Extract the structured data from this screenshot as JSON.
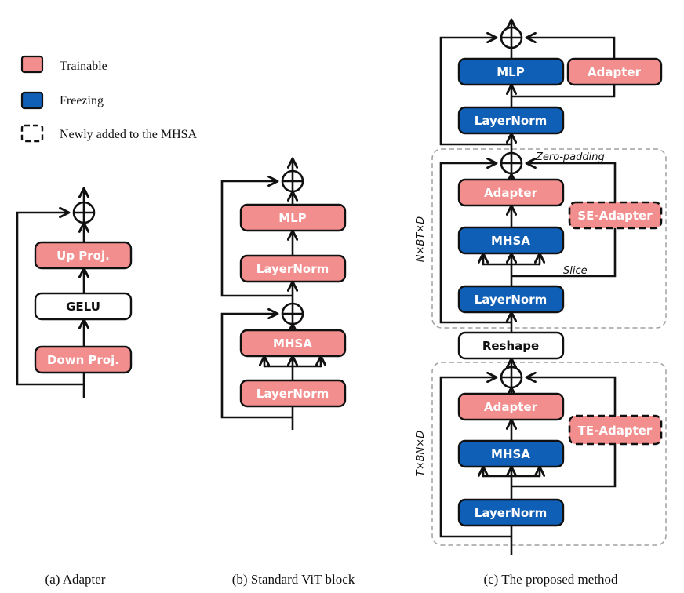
{
  "colors": {
    "trainable": "#f28e8e",
    "freezing": "#0f5fb6",
    "neutral": "#ffffff",
    "line": "#111111",
    "group_border": "#a0a0a0"
  },
  "legend": {
    "trainable": "Trainable",
    "freezing": "Freezing",
    "new": "Newly added to the MHSA"
  },
  "panel_a": {
    "up": "Up Proj.",
    "gelu": "GELU",
    "down": "Down Proj.",
    "caption": "(a) Adapter"
  },
  "panel_b": {
    "mlp": "MLP",
    "ln2": "LayerNorm",
    "mhsa": "MHSA",
    "ln1": "LayerNorm",
    "caption": "(b) Standard ViT block"
  },
  "panel_c": {
    "mlp": "MLP",
    "adapter_top": "Adapter",
    "ln_top": "LayerNorm",
    "zero_padding": "Zero-padding",
    "spatial_adapter": "Adapter",
    "se_adapter": "SE-Adapter",
    "spatial_mhsa": "MHSA",
    "slice": "Slice",
    "spatial_ln": "LayerNorm",
    "spatial_dim": "N×BT×D",
    "reshape": "Reshape",
    "temporal_adapter": "Adapter",
    "te_adapter": "TE-Adapter",
    "temporal_mhsa": "MHSA",
    "temporal_ln": "LayerNorm",
    "temporal_dim": "T×BN×D",
    "caption": "(c) The proposed method"
  }
}
